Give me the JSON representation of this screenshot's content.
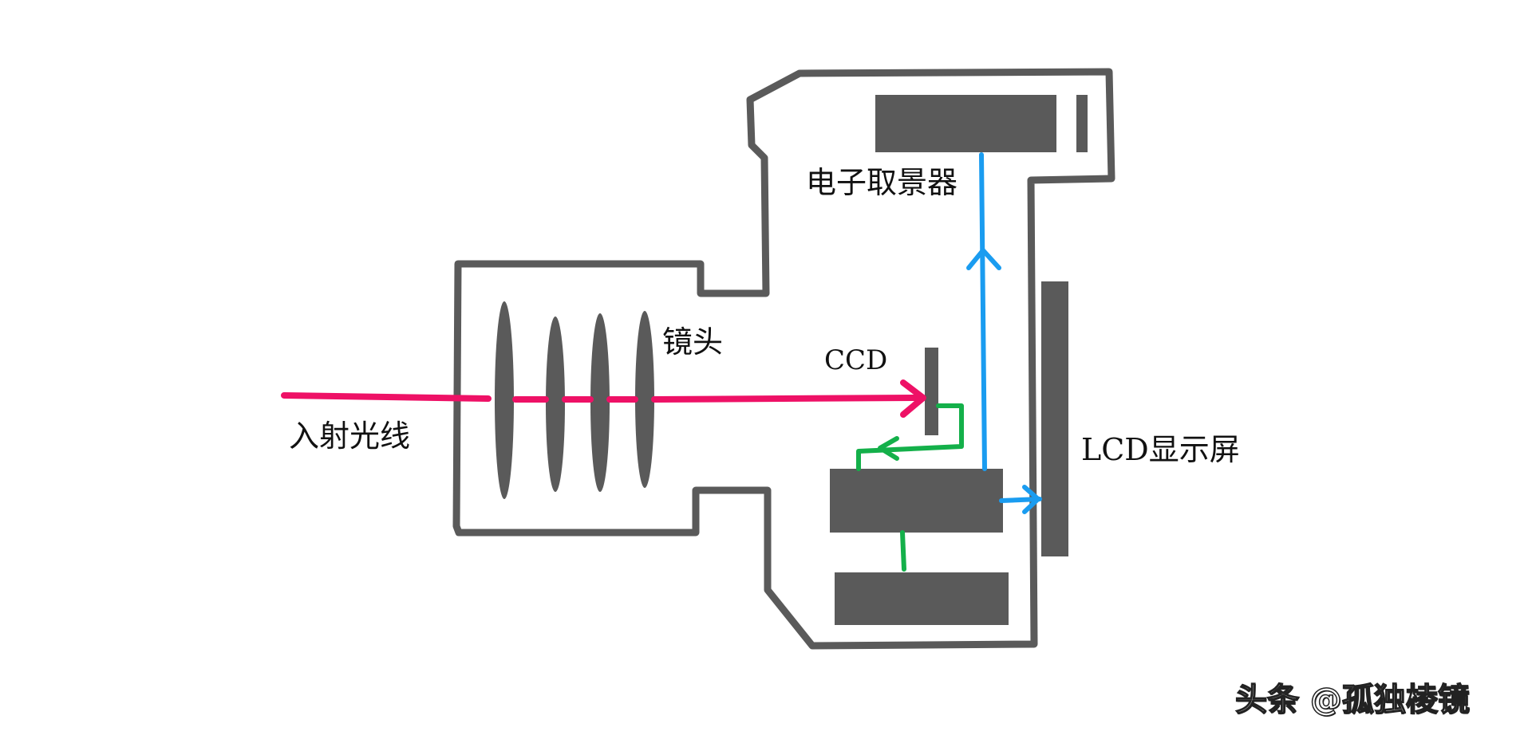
{
  "labels": {
    "incident_light": "入射光线",
    "lens": "镜头",
    "ccd": "CCD",
    "electronic_viewfinder": "电子取景器",
    "lcd_screen": "LCD显示屏"
  },
  "watermark": "头条 @孤独棱镜",
  "colors": {
    "body": "#5a5a5a",
    "incident_ray": "#ee1166",
    "display_signal": "#1a9cf0",
    "processing_signal": "#14b04a"
  }
}
